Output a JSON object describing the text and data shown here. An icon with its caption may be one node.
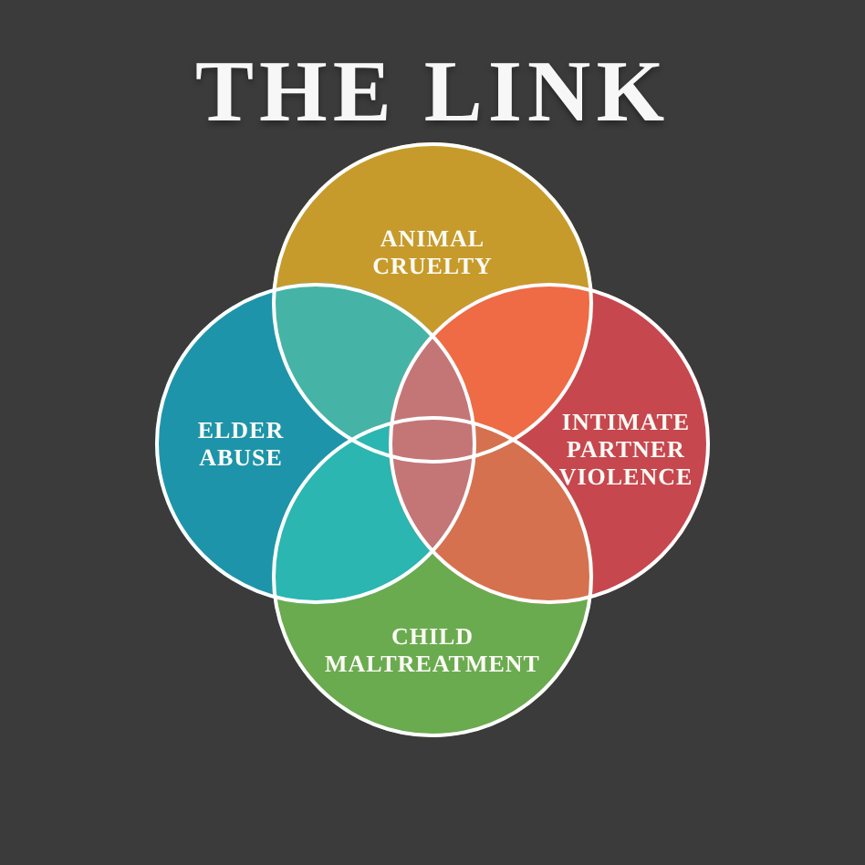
{
  "diagram": {
    "title": "THE LINK",
    "nodes": [
      {
        "text": [
          "ANIMAL CRUELTY"
        ]
      },
      {
        "text": [
          "ELDER ABUSE"
        ]
      },
      {
        "text": [
          "INTIMATE PARTNER VIOLENCE"
        ]
      },
      {
        "text": [
          "CHILD MALTREATMENT"
        ]
      }
    ]
  }
}
